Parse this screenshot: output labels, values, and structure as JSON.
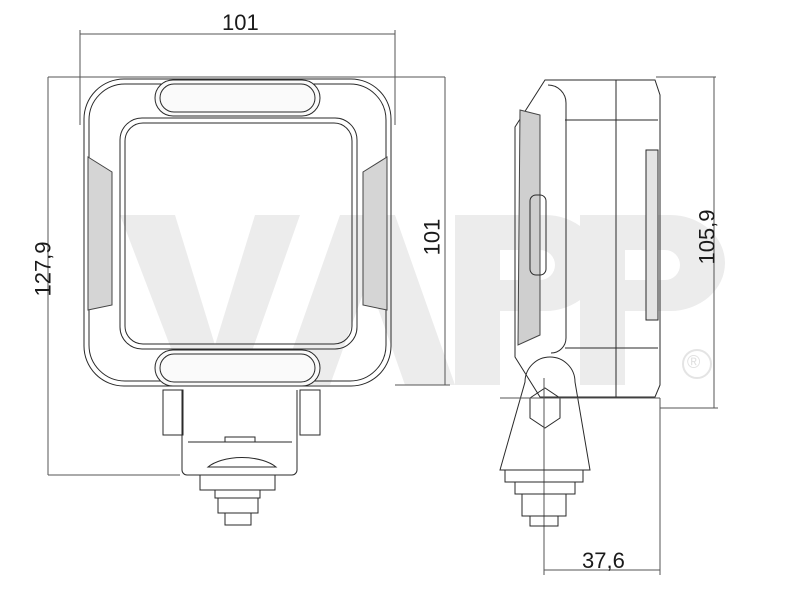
{
  "drawing": {
    "type": "technical dimension drawing",
    "subject": "square LED work lamp with mounting bracket",
    "watermark": {
      "text": "VAPP",
      "registered_mark": "®",
      "color": "#ebebeb"
    },
    "line_color": "#2a2a2a",
    "views": [
      {
        "name": "front-view",
        "dimensions": {
          "width": "101",
          "height_total": "127,9",
          "height_housing": "101"
        }
      },
      {
        "name": "side-view",
        "dimensions": {
          "height_housing": "105,9",
          "depth_to_pivot": "37,6"
        }
      }
    ]
  },
  "labels": {
    "front_width": "101",
    "front_total_height": "127,9",
    "front_housing_height": "101",
    "side_height": "105,9",
    "side_depth": "37,6",
    "registered": "®"
  }
}
